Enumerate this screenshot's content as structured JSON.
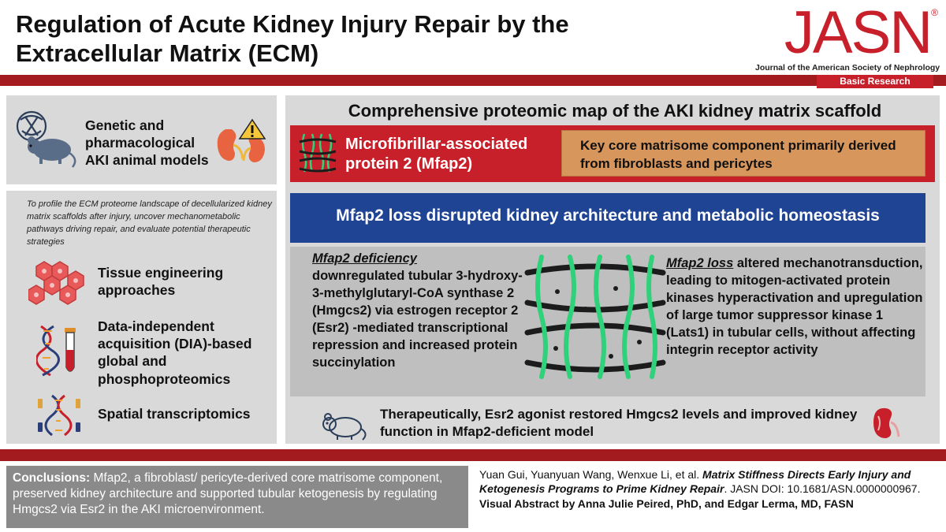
{
  "header": {
    "title": "Regulation of Acute Kidney Injury Repair by the Extracellular Matrix (ECM)",
    "logo_text": "JASN",
    "logo_registered": "®",
    "journal_name": "Journal of the American Society of Nephrology",
    "badge": "Basic Research"
  },
  "left": {
    "models_label": "Genetic and pharmacological AKI animal models",
    "aim_text": "To profile the ECM proteome landscape of decellularized kidney matrix scaffolds after injury, uncover mechanometabolic pathways driving repair, and evaluate potential therapeutic strategies",
    "approaches": [
      {
        "label": "Tissue engineering approaches",
        "icon": "hexagon-cells-icon"
      },
      {
        "label": "Data-independent acquisition (DIA)-based global and phosphoproteomics",
        "icon": "dna-tube-icon"
      },
      {
        "label": "Spatial transcriptomics",
        "icon": "dna-strands-icon"
      }
    ]
  },
  "right": {
    "heading": "Comprehensive proteomic map of the AKI kidney matrix scaffold",
    "mfap2_name": "Microfibrillar-associated protein 2 (Mfap2)",
    "mfap2_desc": "Key core matrisome component primarily derived from fibroblasts and pericytes",
    "blue_heading": "Mfap2 loss disrupted kidney architecture and metabolic homeostasis",
    "deficiency_title": "Mfap2 deficiency",
    "deficiency_text": "downregulated tubular 3-hydroxy-3-methylglutaryl-CoA synthase 2 (Hmgcs2) via estrogen receptor 2 (Esr2) -mediated transcriptional repression and increased protein succinylation",
    "loss_title": "Mfap2 loss",
    "loss_text": " altered mechanotransduction, leading to mitogen-activated protein kinases hyperactivation and upregulation of large tumor suppressor kinase 1 (Lats1) in tubular cells, without affecting integrin receptor activity",
    "therapeutic": "Therapeutically, Esr2 agonist restored Hmgcs2 levels and improved kidney function in Mfap2-deficient model"
  },
  "footer": {
    "conclusions_label": "Conclusions:",
    "conclusions_text": " Mfap2, a fibroblast/ pericyte-derived core matrisome component, preserved kidney architecture and supported tubular ketogenesis by regulating Hmgcs2 via Esr2 in the AKI microenvironment.",
    "authors": "Yuan Gui, Yuanyuan Wang, Wenxue Li, et al. ",
    "article_title": "Matrix Stiffness Directs Early Injury and Ketogenesis Programs to Prime Kidney Repair",
    "journal_doi": ". JASN DOI: 10.1681/ASN.0000000967. ",
    "credit": "Visual Abstract by Anna Julie Peired, PhD, and Edgar Lerma, MD, FASN"
  },
  "colors": {
    "brand_red": "#c8202a",
    "dark_red": "#a31b1f",
    "blue": "#1f4494",
    "orange": "#d6965c",
    "panel_gray": "#d9d9d9",
    "green": "#2fd17a"
  }
}
